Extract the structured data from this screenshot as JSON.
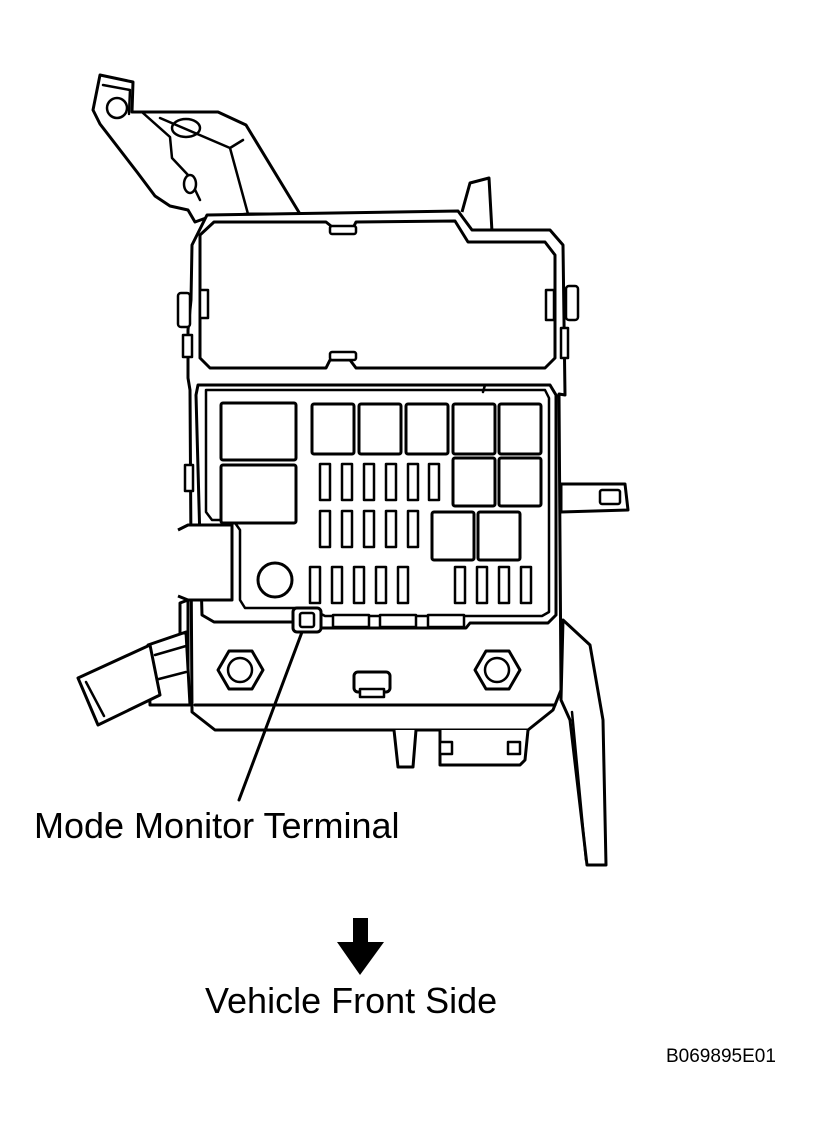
{
  "callout": {
    "label": "Mode Monitor Terminal"
  },
  "direction": {
    "label": "Vehicle Front Side",
    "arrow_icon": "down-arrow-icon"
  },
  "figure": {
    "code": "B069895E01"
  }
}
